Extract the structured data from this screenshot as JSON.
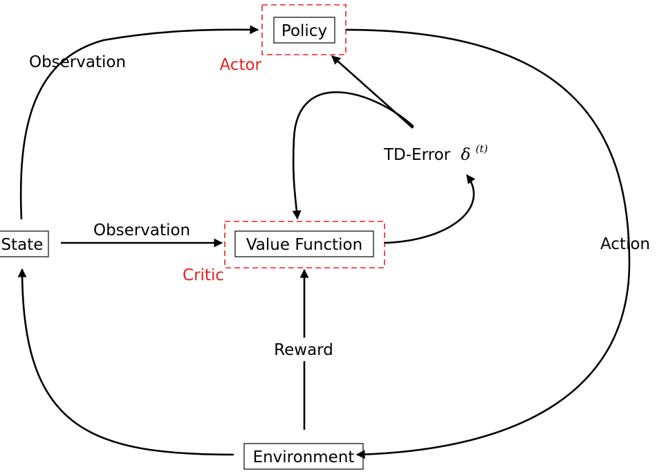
{
  "nodes": {
    "policy": "Policy",
    "value_function": "Value Function",
    "state": "State",
    "environment": "Environment"
  },
  "groups": {
    "actor": "Actor",
    "critic": "Critic"
  },
  "edges": {
    "observation_to_policy": "Observation",
    "observation_to_value": "Observation",
    "action": "Action",
    "reward": "Reward",
    "td_error_prefix": "TD-Error",
    "td_error_symbol": "δ",
    "td_error_superscript": "(t)"
  },
  "colors": {
    "accent": "#e8201e",
    "stroke": "#000000"
  }
}
